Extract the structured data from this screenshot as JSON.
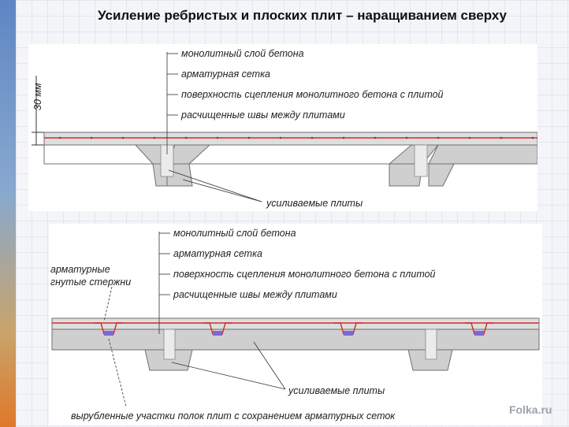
{
  "title": "Усиление ребристых и плоских плит – наращиванием сверху",
  "diagram1": {
    "labels": [
      "монолитный слой бетона",
      "арматурная сетка",
      "поверхность сцепления монолитного бетона с плитой",
      "расчищенные швы между плитами"
    ],
    "thickness": "30 мм",
    "slabs_label": "усиливаемые плиты"
  },
  "diagram2": {
    "labels": [
      "монолитный слой бетона",
      "арматурная сетка",
      "поверхность сцепления монолитного бетона с плитой",
      "расчищенные швы между плитами"
    ],
    "bent_bars_label": [
      "арматурные",
      "гнутые стержни"
    ],
    "slabs_label": "усиливаемые плиты",
    "cut_sections_label": "вырубленные участки полок плит с сохранением арматурных сеток"
  },
  "watermark": "Folka.ru",
  "colors": {
    "concrete": "#cfcfcf",
    "concrete_edge": "#6f6f6f",
    "rebar": "#d42a2a",
    "stripe_top": "#5f86c3",
    "stripe_bottom": "#e0782a"
  }
}
